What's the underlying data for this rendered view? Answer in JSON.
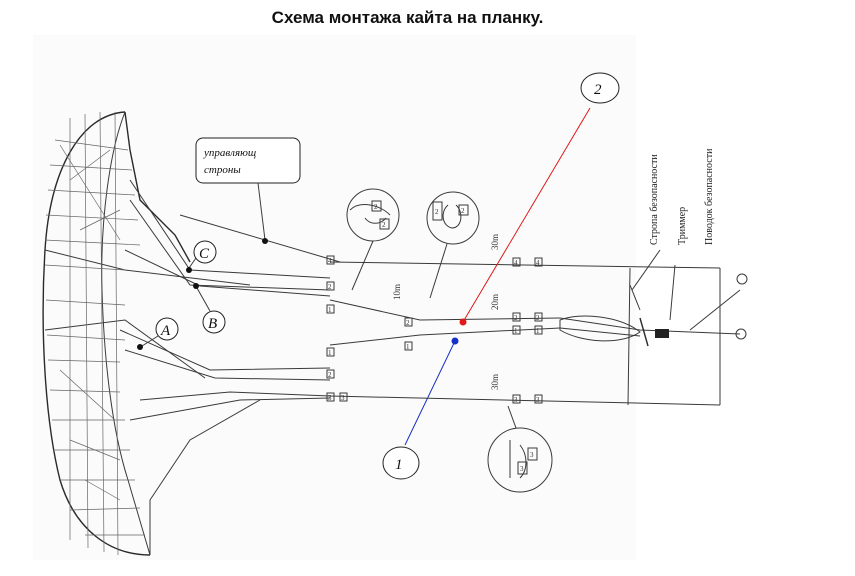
{
  "title": "Схема монтажа кайта на планку.",
  "annotation": {
    "line1": "управляющ",
    "line2": "строны"
  },
  "markers": {
    "a": "A",
    "b": "B",
    "c": "C",
    "n1": "1",
    "n2": "2"
  },
  "lengths": {
    "top_30": "30m",
    "mid_10": "10m",
    "mid_20": "20m",
    "bottom_30": "30m"
  },
  "bar_labels": {
    "safety_line": "Стропа безопасности",
    "trimmer": "Триммер",
    "safety_leash": "Поводок безопасности"
  },
  "line_tags": {
    "one": "1",
    "two": "2",
    "three": "3",
    "four": "4"
  },
  "colors": {
    "red_line": "#e01818",
    "blue_line": "#1530c8",
    "dot": "#111111"
  }
}
